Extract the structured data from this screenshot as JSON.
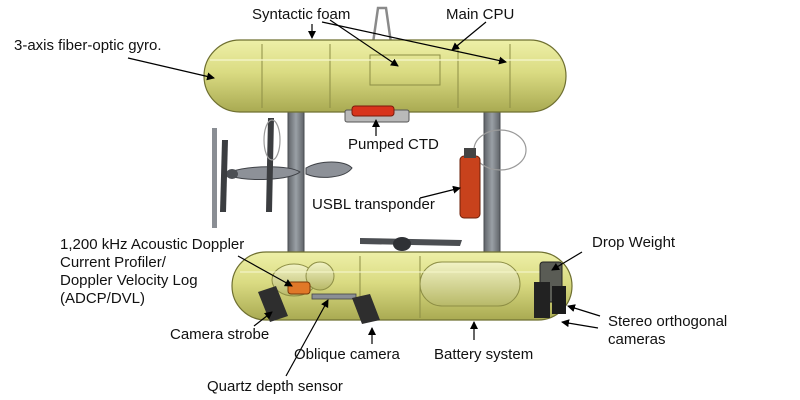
{
  "labels": {
    "syntactic_foam": "Syntactic foam",
    "main_cpu": "Main CPU",
    "fiber_optic_gyro": "3-axis fiber-optic gyro.",
    "pumped_ctd": "Pumped CTD",
    "usbl_transponder": "USBL transponder",
    "adcp_dvl": "1,200 kHz Acoustic Doppler\nCurrent Profiler/\nDoppler Velocity Log\n(ADCP/DVL)",
    "drop_weight": "Drop Weight",
    "camera_strobe": "Camera strobe",
    "oblique_camera": "Oblique camera",
    "battery_system": "Battery system",
    "stereo_cameras": "Stereo orthogonal\ncameras",
    "quartz_depth_sensor": "Quartz depth sensor"
  },
  "colors": {
    "hull_fill": "#d9da7e",
    "hull_stroke": "#6f7031",
    "strut": "#7b7f86",
    "ctd_red": "#d8341c",
    "usbl_red": "#c8421c",
    "dark_parts": "#2b2b2b",
    "arrow": "#000000"
  }
}
